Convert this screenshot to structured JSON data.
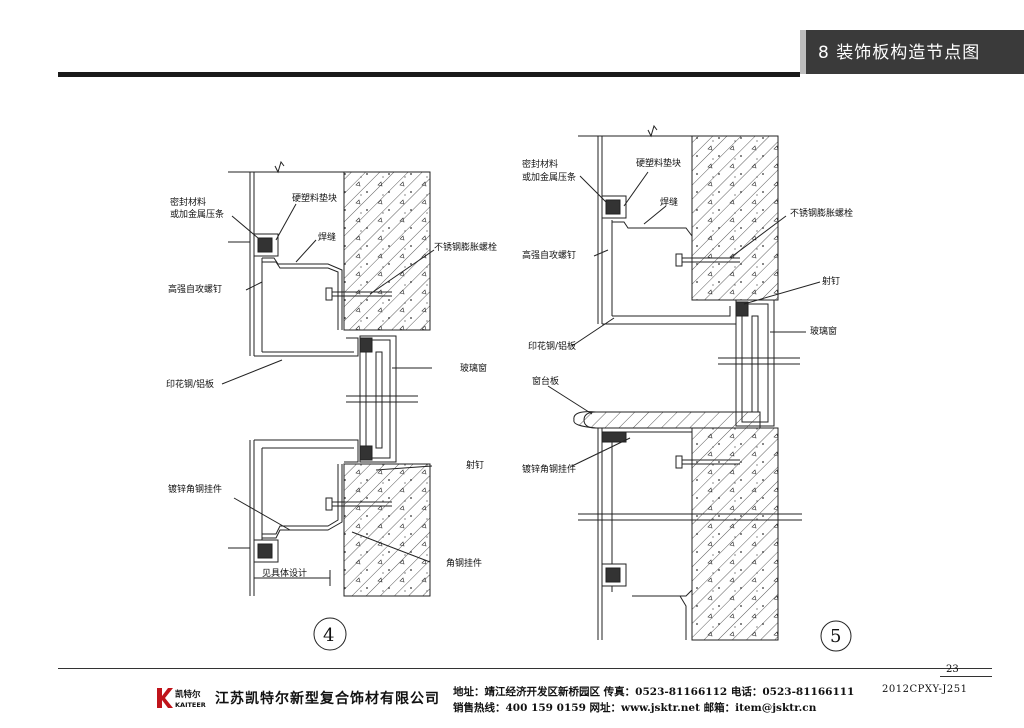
{
  "header": {
    "section_title": "8 装饰板构造节点图"
  },
  "detail_4": {
    "number": "4",
    "labels": {
      "sealing_material": "密封材料",
      "or_metal_strip": "或加金属压条",
      "rigid_plastic_pad": "硬塑料垫块",
      "weld_seam": "焊缝",
      "self_tapping_screw": "高强自攻螺钉",
      "stainless_anchor_bolt": "不锈钢膨胀螺栓",
      "printed_steel_aluminum_panel": "印花钢/铝板",
      "glass_window": "玻璃窗",
      "shooting_nail": "射钉",
      "galvanized_angle_hanger": "镀锌角钢挂件",
      "angle_steel_hanger": "角钢挂件",
      "see_specific_design": "见具体设计"
    }
  },
  "detail_5": {
    "number": "5",
    "labels": {
      "sealing_material": "密封材料",
      "or_metal_strip": "或加金属压条",
      "rigid_plastic_pad": "硬塑料垫块",
      "weld_seam": "焊缝",
      "stainless_anchor_bolt": "不锈钢膨胀螺栓",
      "self_tapping_screw": "高强自攻螺钉",
      "shooting_nail": "射钉",
      "printed_steel_aluminum_panel": "印花钢/铝板",
      "glass_window": "玻璃窗",
      "window_sill_board": "窗台板",
      "galvanized_angle_hanger": "镀锌角钢挂件"
    }
  },
  "footer": {
    "page_number": "23",
    "doc_code": "2012CPXY-J251",
    "logo_cn": "凯特尔",
    "logo_en": "KAITEER",
    "company_name": "江苏凯特尔新型复合饰材有限公司",
    "address_line": "地址：靖江经济开发区新桥园区   传真：0523-81166112   电话：0523-81166111",
    "contact_line": "销售热线：400 159 0159   网址：www.jsktr.net   邮箱：item@jsktr.cn"
  },
  "colors": {
    "header_tab": "#3a3a3a",
    "rule": "#1a1a1a",
    "line": "#222222"
  }
}
